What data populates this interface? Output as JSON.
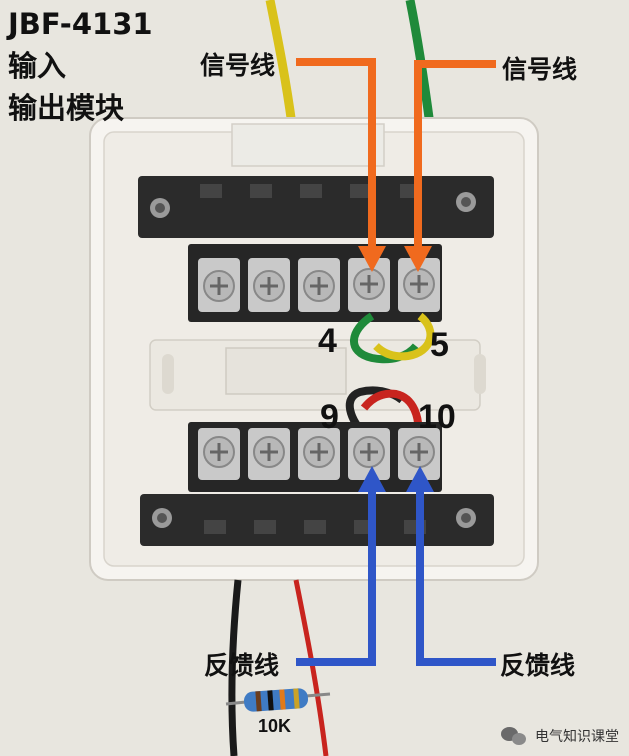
{
  "title": {
    "model": "JBF-4131",
    "line2": "输入",
    "line3": "输出模块"
  },
  "labels": {
    "signal_left": "信号线",
    "signal_right": "信号线",
    "feedback_left": "反馈线",
    "feedback_right": "反馈线"
  },
  "terminals": {
    "t4": "4",
    "t5": "5",
    "t9": "9",
    "t10": "10"
  },
  "resistor": "10K",
  "watermark": "电气知识课堂",
  "colors": {
    "signal_arrow": "#f06a1e",
    "feedback_arrow": "#2f56c8",
    "housing": "#f4f2ee",
    "terminal_block": "#2a2a2a"
  },
  "icons": {
    "watermark": "wechat-icon"
  }
}
